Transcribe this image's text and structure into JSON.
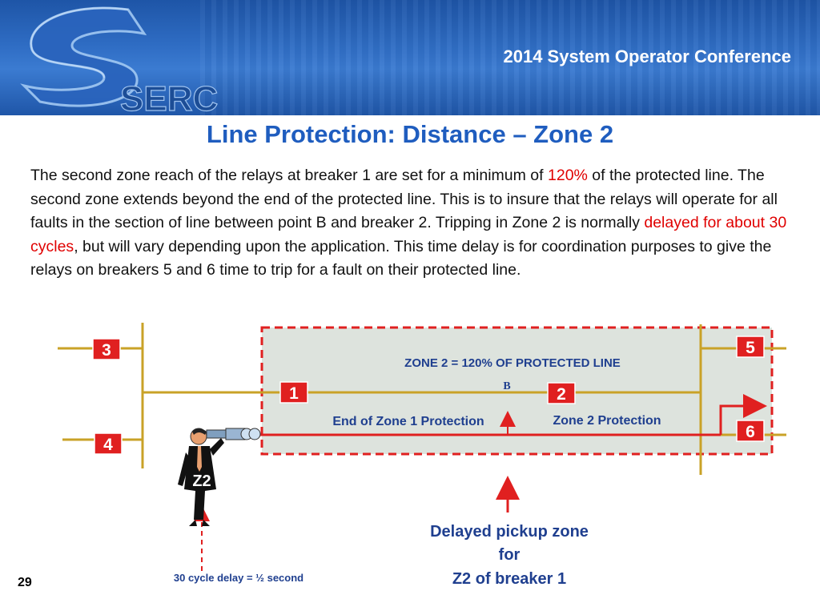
{
  "header": {
    "logo_text": "SERC",
    "conference_title": "2014 System Operator Conference"
  },
  "slide": {
    "title": "Line Protection: Distance – Zone 2",
    "body": {
      "p1": "The second zone reach of the relays at breaker 1 are set for a minimum of ",
      "p1_red": "120%",
      "p2": " of the protected line. The second zone extends beyond the end of the protected line. This is to insure that the relays will operate for all faults in the section of line between point B and breaker 2. Tripping in Zone 2 is normally ",
      "p2_red": "delayed for about 30 cycles",
      "p3": ", but will vary depending upon the application. This time delay is for coordination purposes to give the relays on breakers 5 and 6 time to trip for a fault on their protected line."
    },
    "page_number": "29"
  },
  "diagram": {
    "zone_label": "ZONE 2 = 120% OF PROTECTED LINE",
    "point_label": "B",
    "breakers": [
      "1",
      "2",
      "3",
      "4",
      "5",
      "6"
    ],
    "end_zone1_label": "End of Zone 1 Protection",
    "zone2_label": "Zone 2 Protection",
    "figure_label": "Z2",
    "delayed_pickup": {
      "line1": "Delayed pickup zone",
      "line2": "for",
      "line3": "Z2 of breaker 1"
    },
    "delay_note": "30 cycle delay = ½ second",
    "colors": {
      "bus_line": "#c9a227",
      "zone_line": "#e02020",
      "breaker_box": "#e02020",
      "zone_fill": "#dde3dd",
      "label_blue": "#1f3f8f"
    }
  }
}
